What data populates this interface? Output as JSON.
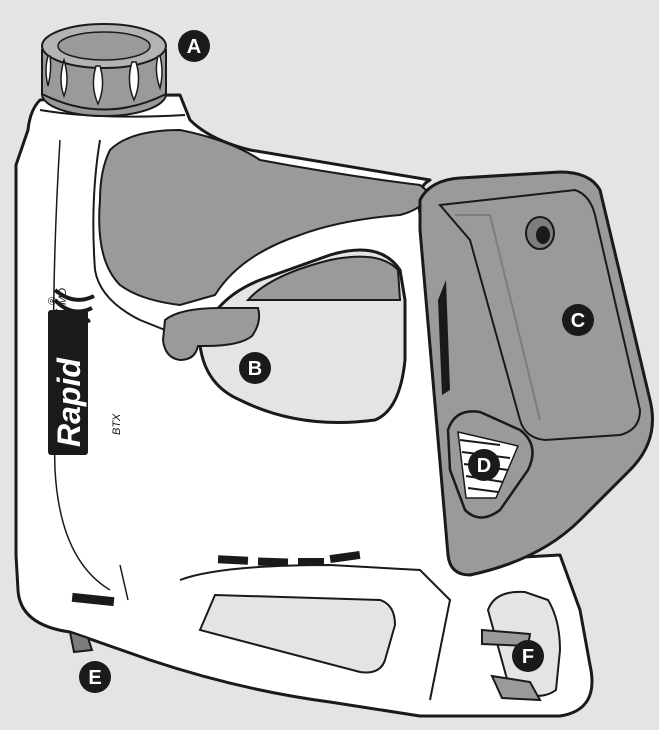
{
  "colors": {
    "background": "#e4e4e4",
    "body": "#ffffff",
    "outline": "#1a1a1a",
    "grip": "#9a9a9a",
    "grip_dark": "#7d7d7d",
    "callout": "#1a1a1a"
  },
  "brand": {
    "logo": "Rapid",
    "registered_mark": "®",
    "md_mark": "MD",
    "model": "BTX"
  },
  "callouts": {
    "a": "A",
    "b": "B",
    "c": "C",
    "d": "D",
    "e": "E",
    "f": "F"
  }
}
